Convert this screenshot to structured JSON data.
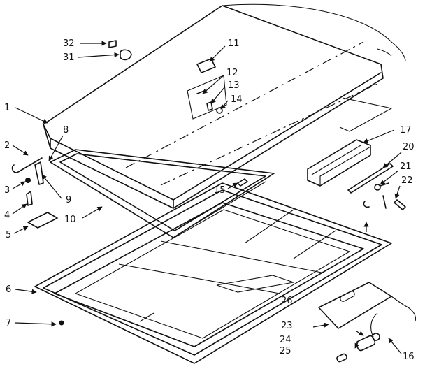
{
  "callouts": {
    "c1": "1",
    "c2": "2",
    "c3": "3",
    "c4": "4",
    "c5": "5",
    "c6": "6",
    "c7": "7",
    "c8": "8",
    "c9": "9",
    "c10": "10",
    "c11": "11",
    "c12": "12",
    "c13": "13",
    "c14": "14",
    "c15": "15",
    "c16": "16",
    "c17": "17",
    "c20": "20",
    "c21": "21",
    "c22": "22",
    "c23": "23",
    "c24": "24",
    "c25": "25",
    "c26": "26",
    "c31": "31",
    "c32": "32"
  }
}
